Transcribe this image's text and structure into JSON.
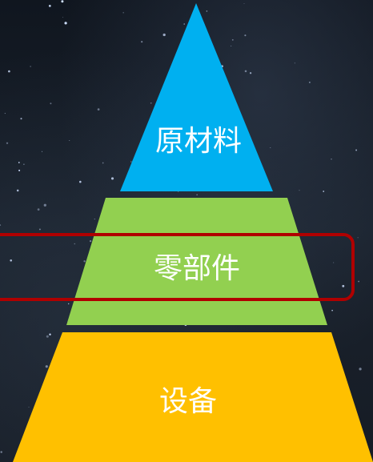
{
  "pyramid": {
    "tiers": [
      {
        "label": "原材料",
        "color": "#00b0f0"
      },
      {
        "label": "零部件",
        "color": "#92d050"
      },
      {
        "label": "设备",
        "color": "#ffc000"
      }
    ],
    "highlight": {
      "tier": "零部件",
      "color": "#b00000"
    }
  },
  "background": {
    "color": "#141a22",
    "star_color": "#cfe0ff"
  }
}
